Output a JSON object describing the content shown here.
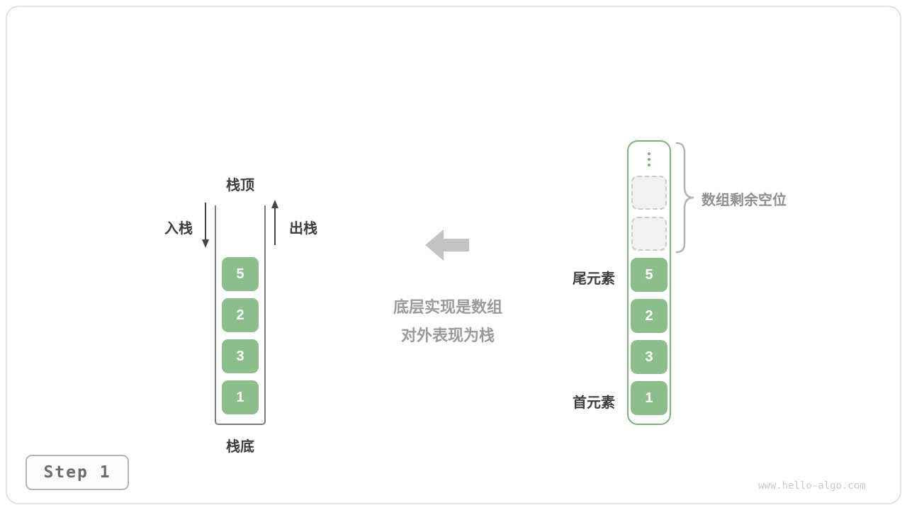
{
  "colors": {
    "green": "#8CBE8C",
    "green_border": "#7DB27D",
    "slot_bg": "#f1f1f1",
    "slot_border": "#c9c9c9",
    "arrow_gray": "#c3c3c3",
    "label_dark": "#3d3d3d",
    "label_gray": "#909090",
    "brace_gray": "#b3b3b3"
  },
  "stack": {
    "top_label": "栈顶",
    "bottom_label": "栈底",
    "push_label": "入栈",
    "pop_label": "出栈",
    "values": [
      "5",
      "2",
      "3",
      "1"
    ]
  },
  "caption": {
    "line1": "底层实现是数组",
    "line2": "对外表现为栈"
  },
  "array": {
    "tail_label": "尾元素",
    "head_label": "首元素",
    "free_label": "数组剩余空位",
    "empty_slot_count": 2,
    "values": [
      "5",
      "2",
      "3",
      "1"
    ]
  },
  "footer": {
    "step_label": "Step 1",
    "watermark": "www.hello-algo.com"
  }
}
